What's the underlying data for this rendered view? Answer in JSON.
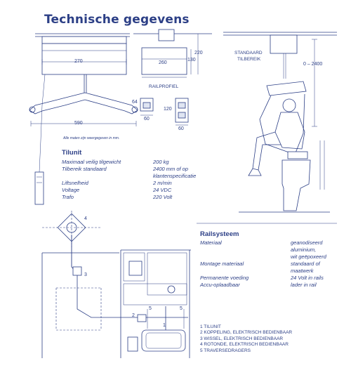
{
  "title": "Technische gegevens",
  "hoist_drawing": {
    "dim_width": "270",
    "dim_spread": "590",
    "note": "Alle maten zijn weergegeven in mm."
  },
  "rail_profile": {
    "label": "RAILPROFIEL",
    "dim_width": "260",
    "dim_220": "220",
    "dim_130": "130",
    "dim_64": "64",
    "dim_60a": "60",
    "dim_120": "120",
    "dim_60b": "60"
  },
  "standard_range": {
    "label_line1": "STANDAARD",
    "label_line2": "TILBEREIK",
    "range": "0 – 2400"
  },
  "tilunit": {
    "heading": "Tilunit",
    "rows": [
      {
        "label": "Maximaal veilig tilgewicht",
        "value": "200 kg"
      },
      {
        "label": "Tilbereik standaard",
        "value": "2400 mm of op"
      },
      {
        "label": "",
        "value": "klantenspecificatie"
      },
      {
        "label": "Liftsnelheid",
        "value": "2 m/min"
      },
      {
        "label": "Voltage",
        "value": "24 VDC"
      },
      {
        "label": "Trafo",
        "value": "220 Volt"
      }
    ]
  },
  "railsysteem": {
    "heading": "Railsysteem",
    "rows": [
      {
        "label": "Materiaal",
        "value": "geanodiseerd"
      },
      {
        "label": "",
        "value": "aluminium,"
      },
      {
        "label": "",
        "value": "wit geëpoxeerd"
      },
      {
        "label": "Montage materiaal",
        "value": "standaard of"
      },
      {
        "label": "",
        "value": "maatwerk"
      },
      {
        "label": "Permanente voeding",
        "value": "24 Volt in rails"
      },
      {
        "label": "Accu-oplaadbaar",
        "value": "lader in rail"
      }
    ]
  },
  "plan_markers": {
    "m1": "1",
    "m2": "2",
    "m3": "3",
    "m4": "4",
    "m5a": "5",
    "m5b": "5"
  },
  "legend": [
    "1 TILUNIT",
    "2 KOPPELING, ELEKTRISCH BEDIENBAAR",
    "3 WISSEL, ELEKTRISCH BEDIENBAAR",
    "4 ROTONDE, ELEKTRISCH BEDIENBAAR",
    "5 TRAVERSEDRAGERS"
  ],
  "colors": {
    "ink": "#2c3f86",
    "fill": "#dfe5f2"
  }
}
